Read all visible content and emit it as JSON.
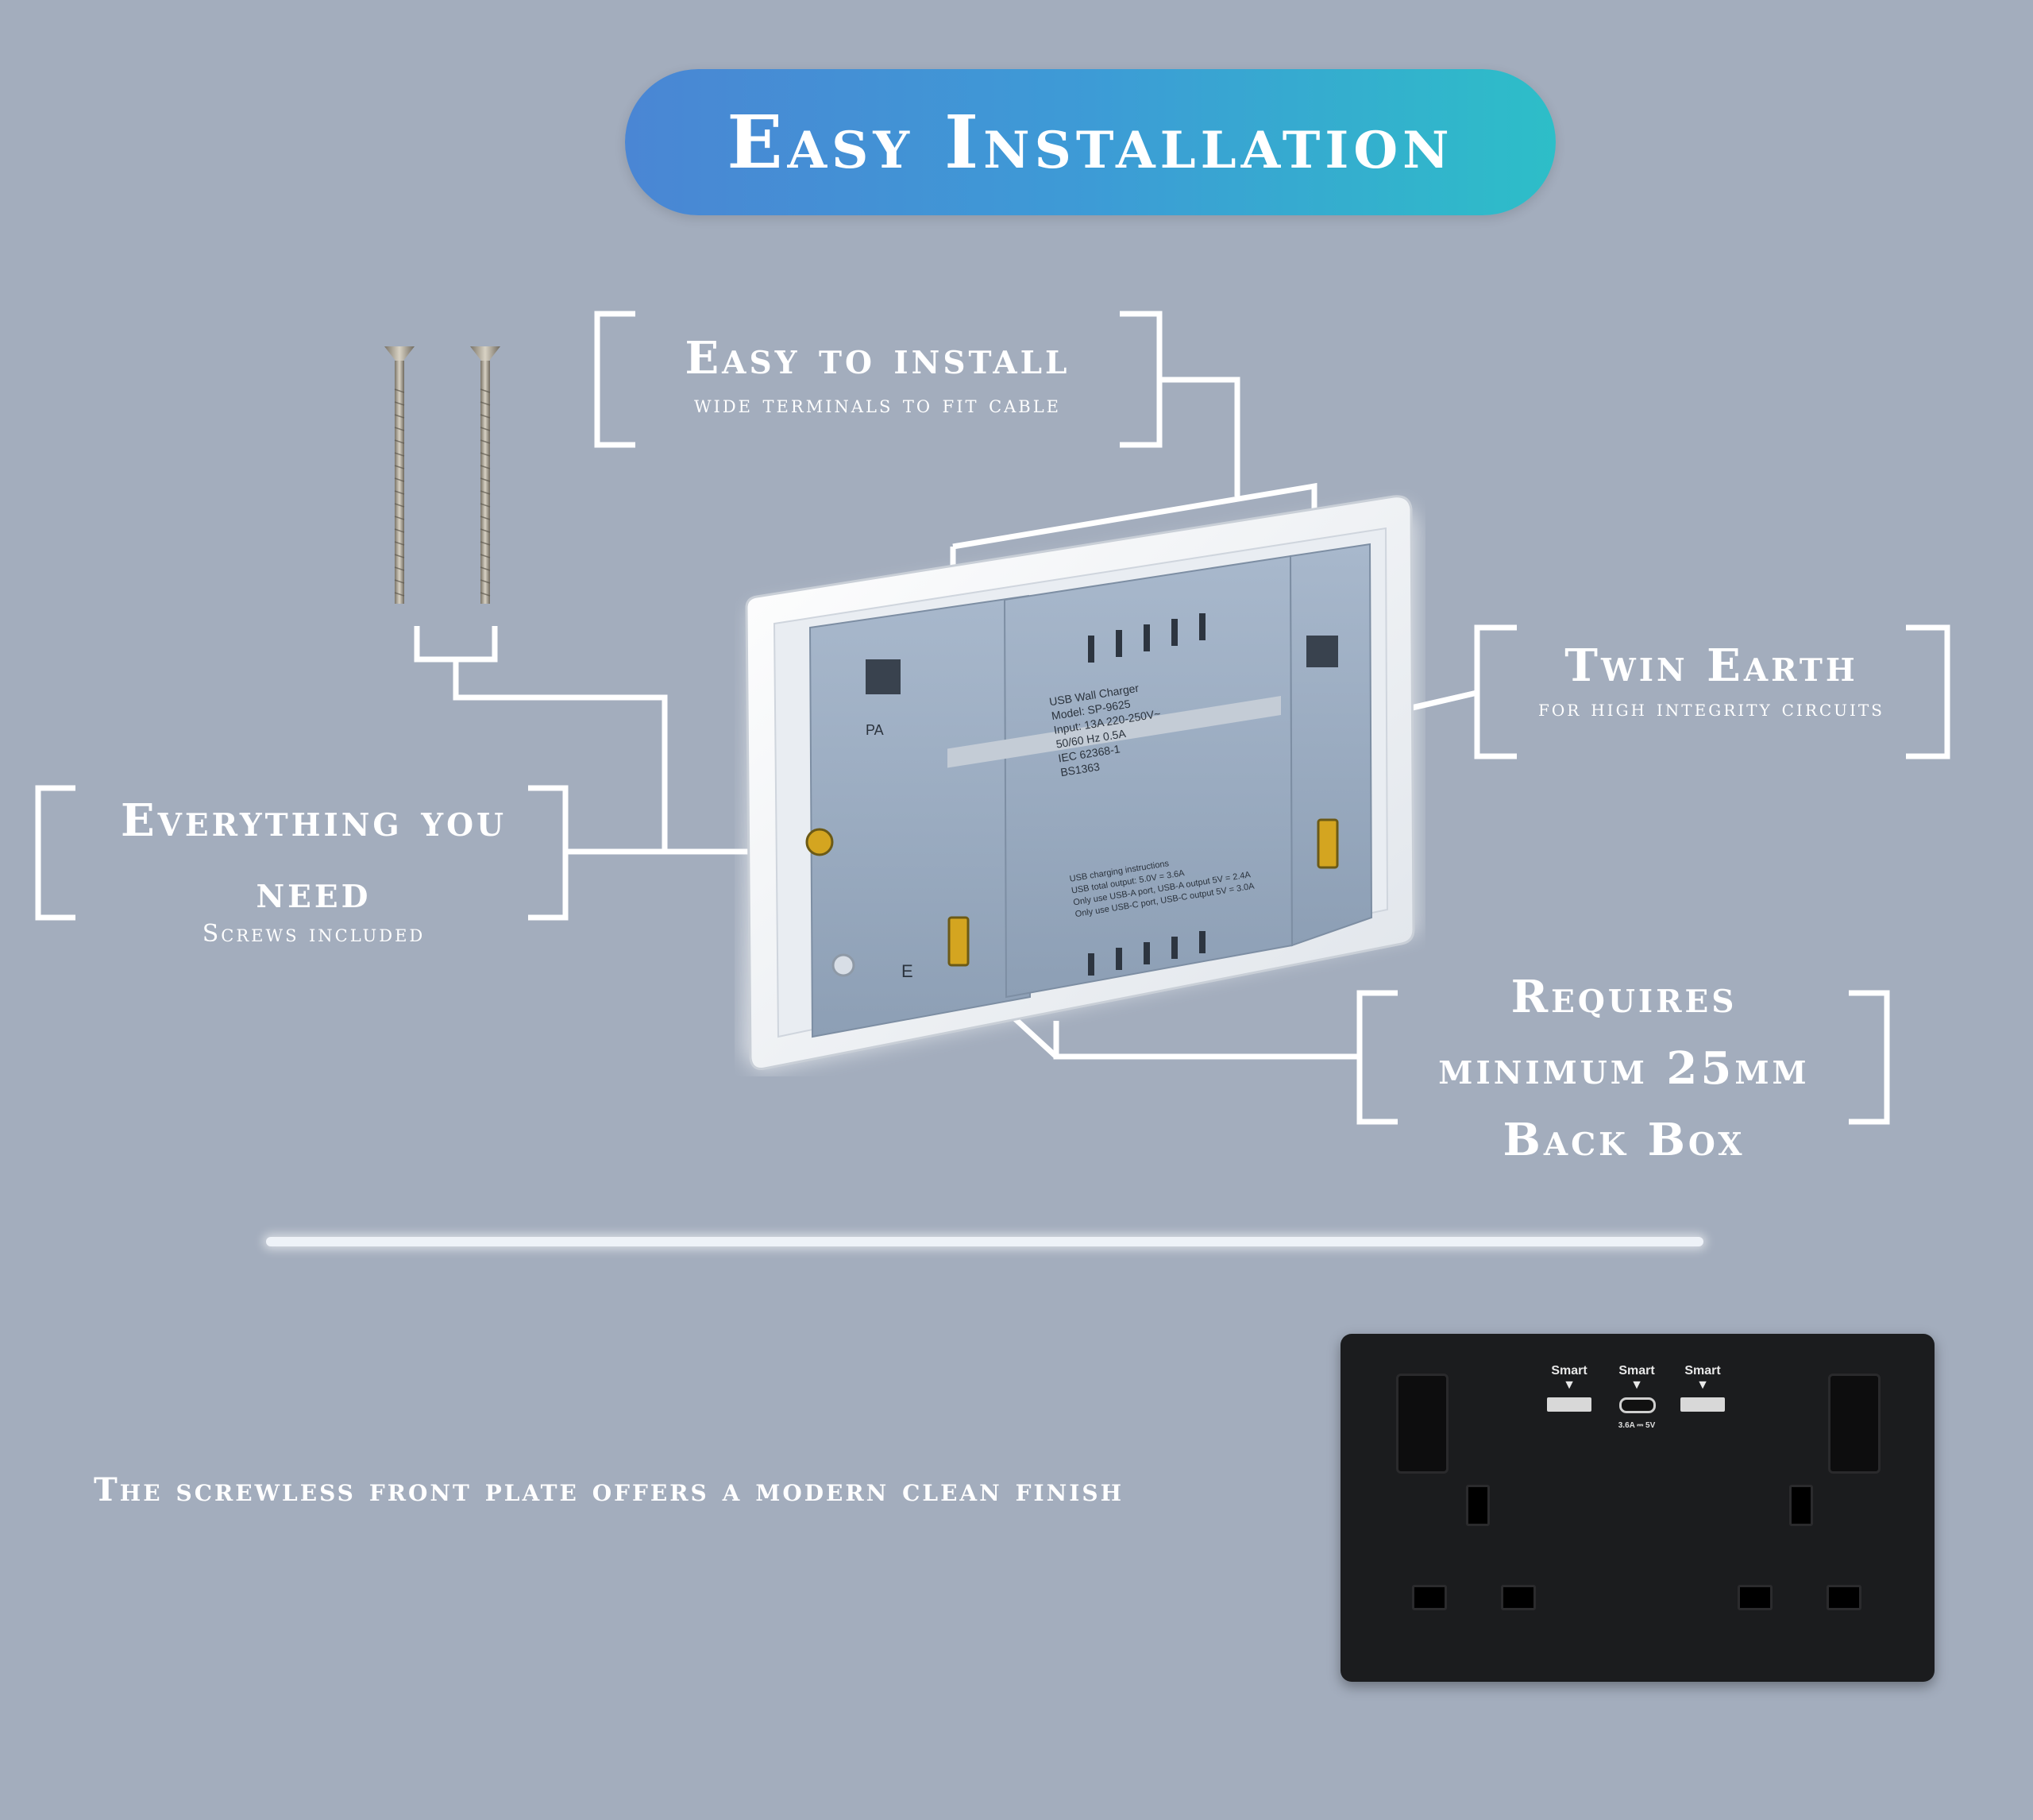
{
  "title": "Easy Installation",
  "callouts": {
    "install": {
      "title": "Easy to install",
      "subtitle": "wide terminals to fit cable"
    },
    "earth": {
      "title": "Twin Earth",
      "subtitle": "for high integrity circuits"
    },
    "everything": {
      "title_line1": "Everything you",
      "title_line2": "need",
      "subtitle": "Screws included"
    },
    "backbox": {
      "line1": "Requires",
      "line2": "minimum 25mm",
      "line3": "Back Box"
    }
  },
  "rear_label": {
    "lines": [
      "USB Wall Charger",
      "Model: SP-9625",
      "Input: 13A 220-250V~",
      "50/60 Hz 0.5A",
      "IEC 62368-1",
      "BS1363"
    ],
    "usb_lines": [
      "USB charging instructions",
      "USB total output: 5.0V = 3.6A",
      "Only use USB-A port, USB-A output 5V = 2.4A",
      "Only use USB-C port, USB-C output 5V = 3.0A"
    ],
    "terminal": "PA",
    "earth_letter": "E"
  },
  "front_plate": {
    "usb_labels": [
      "Smart",
      "Smart",
      "Smart"
    ],
    "usbc_rating": "3.6A ⎓ 5V"
  },
  "bottom_caption": "The screwless front plate offers a modern clean finish",
  "colors": {
    "background": "#a3adbd",
    "pill_start": "#4a86d4",
    "pill_end": "#2dbec8"
  }
}
